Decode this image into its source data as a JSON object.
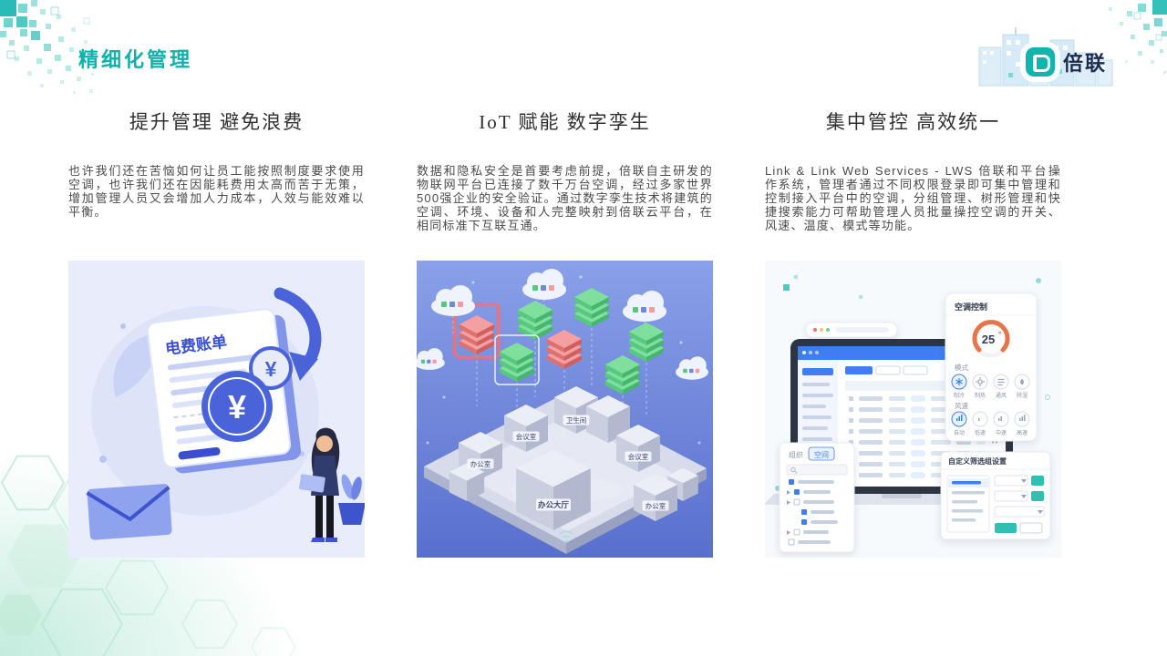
{
  "slide": {
    "title": "精细化管理",
    "brand": "倍联"
  },
  "columns": [
    {
      "heading": "提升管理 避免浪费",
      "body": "也许我们还在苦恼如何让员工能按照制度要求使用空调，也许我们还在因能耗费用太高而苦于无策，增加管理人员又会增加人力成本，人效与能效难以平衡。"
    },
    {
      "heading": "IoT 赋能 数字孪生",
      "body": "数据和隐私安全是首要考虑前提，倍联自主研发的物联网平台已连接了数千万台空调，经过多家世界500强企业的安全验证。通过数字孪生技术将建筑的空调、环境、设备和人完整映射到倍联云平台，在相同标准下互联互通。"
    },
    {
      "heading": "集中管控 高效统一",
      "body": "Link & Link Web Services - LWS 倍联和平台操作系统，管理者通过不同权限登录即可集中管理和控制接入平台中的空调，分组管理、树形管理和快捷搜索能力可帮助管理人员批量操控空调的开关、风速、温度、模式等功能。"
    }
  ],
  "bill": {
    "doc_title": "电费账单",
    "yen_large": "¥",
    "yen_small": "¥"
  },
  "iot": {
    "room_labels": [
      "卫生间",
      "办公室",
      "会议室",
      "办公大厅",
      "会议室",
      "办公室"
    ]
  },
  "dash": {
    "ac": {
      "title": "空调控制",
      "temp": "25",
      "degree": "°",
      "mode_label": "模式",
      "mode_options": [
        "制冷",
        "制热",
        "通风",
        "除湿"
      ],
      "fan_label": "风速",
      "fan_options": [
        "自动",
        "低速",
        "中速",
        "高速"
      ]
    },
    "tree": {
      "tabs": [
        "组织",
        "空间"
      ]
    },
    "filter": {
      "title": "自定义筛选组设置"
    }
  },
  "colors": {
    "accent_teal": "#0eb2ab",
    "brand_navy": "#1d2b4c",
    "heading_text": "#2f2f2f",
    "body_text": "#4a4a4a",
    "illustration_blue": "#4a63d8",
    "bill_bg": "#e9edfb",
    "iot_bg_top": "#8aa0e8",
    "iot_bg_bottom": "#5870cd",
    "dashboard_blue": "#3f7ef0",
    "gauge_orange": "#e8744a",
    "button_teal": "#2fbfb3"
  }
}
